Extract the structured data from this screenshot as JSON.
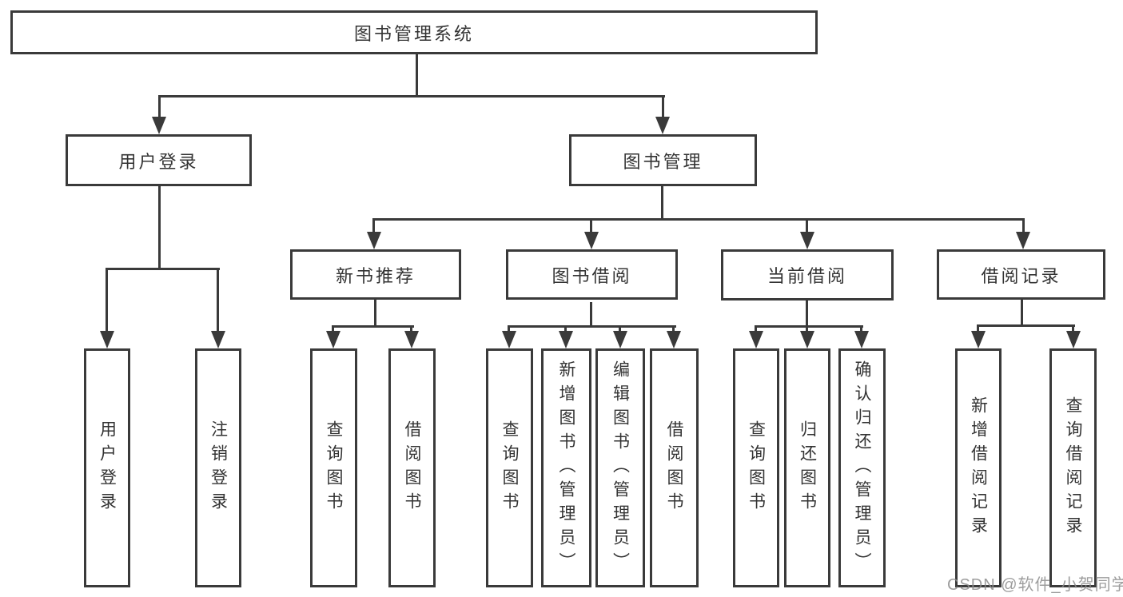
{
  "diagram": {
    "title": "图书管理系统",
    "root": {
      "label": "图书管理系统"
    },
    "level2": [
      {
        "label": "用户登录"
      },
      {
        "label": "图书管理"
      }
    ],
    "level3": [
      {
        "label": "新书推荐",
        "parent": "图书管理"
      },
      {
        "label": "图书借阅",
        "parent": "图书管理"
      },
      {
        "label": "当前借阅",
        "parent": "图书管理"
      },
      {
        "label": "借阅记录",
        "parent": "图书管理"
      }
    ],
    "leaves": [
      {
        "label": "用户登录",
        "parent": "用户登录"
      },
      {
        "label": "注销登录",
        "parent": "用户登录"
      },
      {
        "label": "查询图书",
        "parent": "新书推荐"
      },
      {
        "label": "借阅图书",
        "parent": "新书推荐"
      },
      {
        "label": "查询图书",
        "parent": "图书借阅"
      },
      {
        "label": "新增图书（管理员）",
        "parent": "图书借阅"
      },
      {
        "label": "编辑图书（管理员）",
        "parent": "图书借阅"
      },
      {
        "label": "借阅图书",
        "parent": "图书借阅"
      },
      {
        "label": "查询图书",
        "parent": "当前借阅"
      },
      {
        "label": "归还图书",
        "parent": "当前借阅"
      },
      {
        "label": "确认归还（管理员）",
        "parent": "当前借阅"
      },
      {
        "label": "新增借阅记录",
        "parent": "借阅记录"
      },
      {
        "label": "查询借阅记录",
        "parent": "借阅记录"
      }
    ],
    "colors": {
      "line": "#3a3a3a",
      "text": "#333333",
      "background": "#ffffff",
      "watermark": "#8c8c8c"
    }
  },
  "watermark": "CSDN @软件_小贺同学"
}
